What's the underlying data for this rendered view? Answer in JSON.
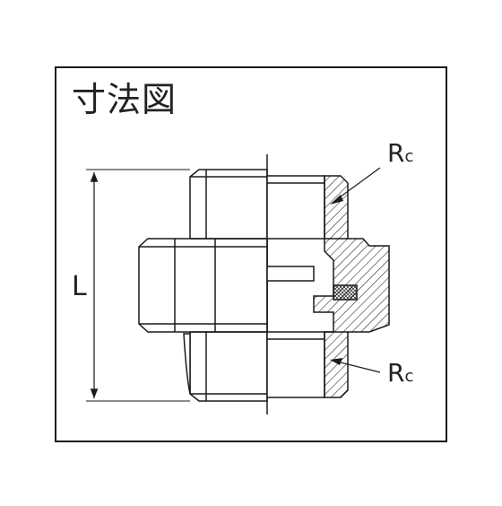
{
  "title": "寸法図",
  "labels": {
    "length": "L",
    "rc_top": {
      "main": "R",
      "sub": "c"
    },
    "rc_bottom": {
      "main": "R",
      "sub": "c"
    }
  },
  "colors": {
    "line": "#1a1a1a",
    "hatch": "#1a1a1a",
    "fill_light": "#ffffff",
    "fill_body": "#f4f4f4"
  }
}
